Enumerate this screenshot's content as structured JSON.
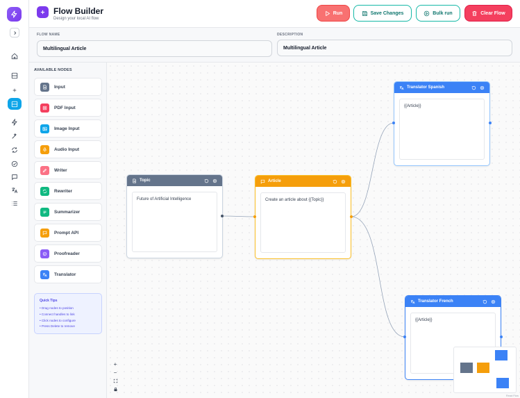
{
  "header": {
    "title": "Flow Builder",
    "subtitle": "Design your local AI flow",
    "buttons": {
      "run": "Run",
      "save": "Save Changes",
      "bulk": "Bulk run",
      "clear": "Clear Flow"
    }
  },
  "flow": {
    "name_label": "FLOW NAME",
    "name_value": "Multilingual Article",
    "description_label": "DESCRIPTION",
    "description_value": "Multilingual Article"
  },
  "sidebar": {
    "title": "AVAILABLE NODES",
    "items": [
      {
        "label": "Input",
        "icon": "document-icon",
        "color": "#64748b"
      },
      {
        "label": "PDF Input",
        "icon": "pdf-icon",
        "color": "#f43f5e"
      },
      {
        "label": "Image Input",
        "icon": "image-icon",
        "color": "#0ea5e9"
      },
      {
        "label": "Audio Input",
        "icon": "microphone-icon",
        "color": "#f59e0b"
      },
      {
        "label": "Writer",
        "icon": "pen-icon",
        "color": "#fb7185"
      },
      {
        "label": "Rewriter",
        "icon": "refresh-icon",
        "color": "#10b981"
      },
      {
        "label": "Summarizer",
        "icon": "list-icon",
        "color": "#10b981"
      },
      {
        "label": "Prompt API",
        "icon": "chat-icon",
        "color": "#f59e0b"
      },
      {
        "label": "Proofreader",
        "icon": "check-icon",
        "color": "#8b5cf6"
      },
      {
        "label": "Translator",
        "icon": "translate-icon",
        "color": "#3b82f6"
      }
    ],
    "tips_title": "Quick Tips",
    "tips": [
      "• Drag nodes to position",
      "• Connect handles to link",
      "• Click nodes to configure",
      "• Press Delete to remove"
    ]
  },
  "nodes": {
    "topic": {
      "title": "Topic",
      "content": "Future of Artificial Intelligence",
      "color": "#64748b"
    },
    "article": {
      "title": "Article",
      "content": "Create an article about {{Topic}}",
      "color": "#f59e0b"
    },
    "spanish": {
      "title": "Translator Spanish",
      "content": "{{Article}}",
      "color": "#3b82f6"
    },
    "french": {
      "title": "Translator French",
      "content": "{{Article}}",
      "color": "#3b82f6"
    }
  },
  "controls": {
    "zoom_in": "+",
    "zoom_out": "−"
  },
  "attribution": "React Flow"
}
